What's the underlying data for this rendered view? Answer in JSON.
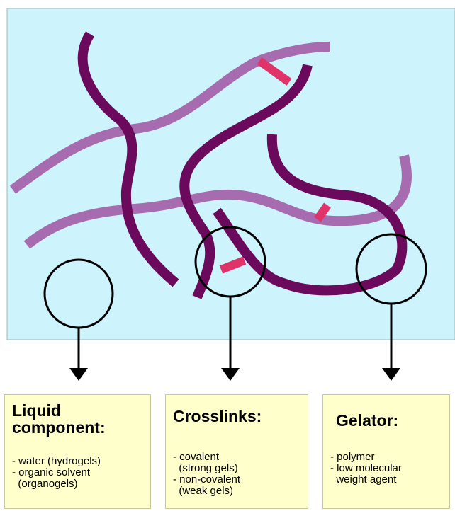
{
  "colors": {
    "background_panel": "#cdf3fc",
    "gelator_chain": "#6b0a5c",
    "solvent_chain": "#a76bb0",
    "crosslink": "#e0336a",
    "box_fill": "#ffffcc"
  },
  "boxes": {
    "liquid": {
      "title_line1": "Liquid",
      "title_line2": "component:",
      "items": [
        [
          "- water (hydrogels)"
        ],
        [
          "- organic solvent",
          "  (organogels)"
        ]
      ]
    },
    "crosslinks": {
      "title": "Crosslinks:",
      "items": [
        [
          "- covalent",
          "  (strong gels)"
        ],
        [
          "- non-covalent",
          "  (weak gels)"
        ]
      ]
    },
    "gelator": {
      "title": "Gelator:",
      "items": [
        [
          "- polymer"
        ],
        [
          "- low molecular",
          "  weight agent"
        ]
      ]
    }
  }
}
